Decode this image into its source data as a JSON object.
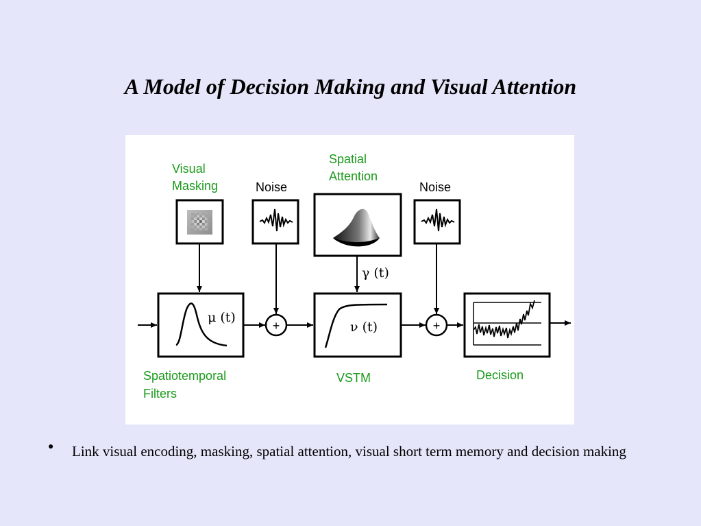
{
  "slide": {
    "title": "A Model of Decision Making and Visual Attention"
  },
  "diagram": {
    "labels": {
      "visual_masking_line1": "Visual",
      "visual_masking_line2": "Masking",
      "noise_1": "Noise",
      "spatial_attention_line1": "Spatial",
      "spatial_attention_line2": "Attention",
      "noise_2": "Noise",
      "gamma": "γ (t)",
      "mu": "μ (t)",
      "nu": "ν (t)",
      "spatiotemporal_line1": "Spatiotemporal",
      "spatiotemporal_line2": "Filters",
      "vstm": "VSTM",
      "decision": "Decision",
      "plus_1": "+",
      "plus_2": "+"
    },
    "colors": {
      "label_green": "#1a9a1a",
      "background": "#e6e6fa",
      "panel": "#ffffff"
    }
  },
  "bullets": [
    {
      "text": "Link visual encoding, masking, spatial attention, visual short term memory and decision making"
    }
  ]
}
